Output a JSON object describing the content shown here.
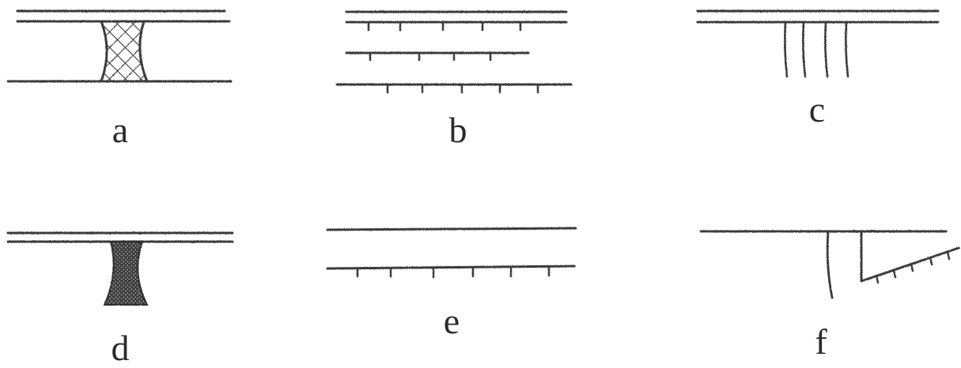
{
  "panels": [
    {
      "id": "a",
      "label": "a"
    },
    {
      "id": "b",
      "label": "b"
    },
    {
      "id": "c",
      "label": "c"
    },
    {
      "id": "d",
      "label": "d"
    },
    {
      "id": "e",
      "label": "e"
    },
    {
      "id": "f",
      "label": "f"
    }
  ],
  "colors": {
    "ink": "#3a3a3a",
    "fill_dark": "#2f2f2f",
    "background": "#ffffff"
  }
}
